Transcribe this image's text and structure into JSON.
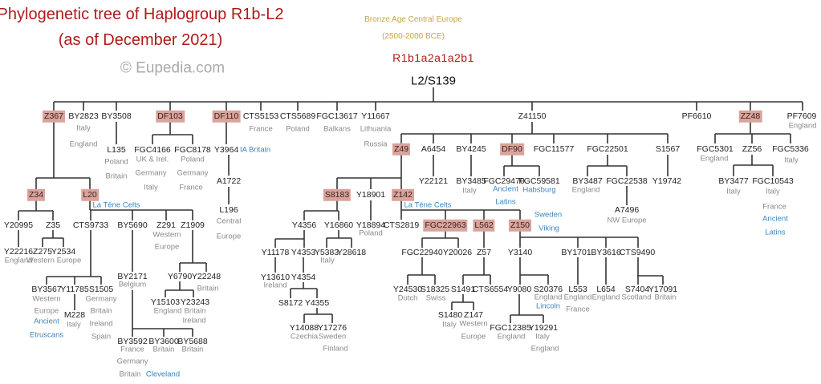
{
  "header": {
    "title_line1": "Phylogenetic tree of Haplogroup R1b-L2",
    "title_line2": "(as of December 2021)",
    "copyright": "© Eupedia.com",
    "era": "Bronze Age Central Europe",
    "era_dates": "(2500-2000 BCE)",
    "haplogroup_code": "R1b1a2a1a2b1",
    "root": "L2/S139"
  },
  "colors": {
    "title": "#b01a1a",
    "era": "#c9a445",
    "highlight": "#d9a49c",
    "region_note": "#8a8a8a",
    "culture_note": "#3a86c0",
    "line": "#333333"
  },
  "nodes": {
    "Z367": {
      "name": "Z367",
      "highlight": true,
      "notes": []
    },
    "BY2823": {
      "name": "BY2823",
      "notes": [
        {
          "text": "Italy",
          "kind": "region"
        },
        {
          "text": "England",
          "kind": "region"
        }
      ]
    },
    "BY3508": {
      "name": "BY3508",
      "notes": []
    },
    "L135": {
      "name": "L135",
      "notes": [
        {
          "text": "Poland",
          "kind": "region"
        },
        {
          "text": "Britain",
          "kind": "region"
        }
      ]
    },
    "DF103": {
      "name": "DF103",
      "highlight": true,
      "notes": []
    },
    "FGC4166": {
      "name": "FGC4166",
      "notes": [
        {
          "text": "UK & Irel.",
          "kind": "region"
        },
        {
          "text": "Germany",
          "kind": "region"
        },
        {
          "text": "Italy",
          "kind": "region"
        }
      ]
    },
    "FGC8178": {
      "name": "FGC8178",
      "notes": [
        {
          "text": "Poland",
          "kind": "region"
        },
        {
          "text": "Germany",
          "kind": "region"
        },
        {
          "text": "France",
          "kind": "region"
        }
      ]
    },
    "DF110": {
      "name": "DF110",
      "highlight": true,
      "notes": []
    },
    "Y3964": {
      "name": "Y3964",
      "notes": [
        {
          "text": "IA Britain",
          "kind": "culture"
        }
      ]
    },
    "A1722": {
      "name": "A1722",
      "notes": []
    },
    "L196": {
      "name": "L196",
      "notes": [
        {
          "text": "Central",
          "kind": "region"
        },
        {
          "text": "Europe",
          "kind": "region"
        }
      ]
    },
    "CTS5153": {
      "name": "CTS5153",
      "notes": [
        {
          "text": "France",
          "kind": "region"
        }
      ]
    },
    "CTS5689": {
      "name": "CTS5689",
      "notes": [
        {
          "text": "Poland",
          "kind": "region"
        }
      ]
    },
    "FGC13617": {
      "name": "FGC13617",
      "notes": [
        {
          "text": "Balkans",
          "kind": "region"
        }
      ]
    },
    "Y11667": {
      "name": "Y11667",
      "notes": [
        {
          "text": "Lithuania",
          "kind": "region"
        },
        {
          "text": "Russia",
          "kind": "region"
        }
      ]
    },
    "Z41150": {
      "name": "Z41150",
      "notes": []
    },
    "PF6610": {
      "name": "PF6610",
      "notes": []
    },
    "ZZ48": {
      "name": "ZZ48",
      "highlight": true,
      "notes": []
    },
    "PF7609": {
      "name": "PF7609",
      "notes": [
        {
          "text": "England",
          "kind": "region"
        }
      ]
    },
    "Z34": {
      "name": "Z34",
      "highlight": true,
      "notes": []
    },
    "L20": {
      "name": "L20",
      "highlight": true,
      "notes": [
        {
          "text": "La Tène Celts",
          "kind": "culture"
        }
      ]
    },
    "Y20995": {
      "name": "Y20995",
      "notes": []
    },
    "Y22216": {
      "name": "Y22216",
      "notes": [
        {
          "text": "England",
          "kind": "region"
        }
      ]
    },
    "Z35": {
      "name": "Z35",
      "notes": []
    },
    "Z275": {
      "name": "Z275",
      "notes": [
        {
          "text": "Western Europe",
          "kind": "region"
        }
      ]
    },
    "Y2534": {
      "name": "Y2534",
      "notes": []
    },
    "CTS9733": {
      "name": "CTS9733",
      "notes": []
    },
    "BY3567": {
      "name": "BY3567",
      "notes": [
        {
          "text": "Western",
          "kind": "region"
        },
        {
          "text": "Europe",
          "kind": "region"
        },
        {
          "text": "Ancient",
          "kind": "culture"
        },
        {
          "text": "Etruscans",
          "kind": "culture"
        }
      ]
    },
    "Y11785": {
      "name": "Y11785",
      "notes": []
    },
    "M228": {
      "name": "M228",
      "notes": [
        {
          "text": "Italy",
          "kind": "region"
        }
      ]
    },
    "S1505": {
      "name": "S1505",
      "notes": [
        {
          "text": "Germany",
          "kind": "region"
        },
        {
          "text": "Britain",
          "kind": "region"
        },
        {
          "text": "Ireland",
          "kind": "region"
        },
        {
          "text": "Spain",
          "kind": "region"
        }
      ]
    },
    "BY5690": {
      "name": "BY5690",
      "notes": []
    },
    "BY2171": {
      "name": "BY2171",
      "notes": [
        {
          "text": "Belgium",
          "kind": "region"
        }
      ]
    },
    "BY3592": {
      "name": "BY3592",
      "notes": [
        {
          "text": "France",
          "kind": "region"
        },
        {
          "text": "Germany",
          "kind": "region"
        },
        {
          "text": "Britain",
          "kind": "region"
        },
        {
          "text": "Cleveland",
          "kind": "culture"
        }
      ]
    },
    "BY3600": {
      "name": "BY3600",
      "notes": [
        {
          "text": "Britain",
          "kind": "region"
        }
      ]
    },
    "BY5688": {
      "name": "BY5688",
      "notes": [
        {
          "text": "Britain",
          "kind": "region"
        }
      ]
    },
    "Z291": {
      "name": "Z291",
      "notes": [
        {
          "text": "Western",
          "kind": "region"
        },
        {
          "text": "Europe",
          "kind": "region"
        }
      ]
    },
    "Z1909": {
      "name": "Z1909",
      "notes": []
    },
    "Y6790": {
      "name": "Y6790",
      "notes": []
    },
    "Y22248": {
      "name": "Y22248",
      "notes": [
        {
          "text": "Britain",
          "kind": "region"
        }
      ]
    },
    "Y15103": {
      "name": "Y15103",
      "notes": [
        {
          "text": "England",
          "kind": "region"
        }
      ]
    },
    "Y23243": {
      "name": "Y23243",
      "notes": [
        {
          "text": "Britain",
          "kind": "region"
        },
        {
          "text": "Ireland",
          "kind": "region"
        }
      ]
    },
    "Z49": {
      "name": "Z49",
      "highlight": true,
      "notes": []
    },
    "A6454": {
      "name": "A6454",
      "notes": []
    },
    "Y22121": {
      "name": "Y22121",
      "notes": []
    },
    "BY4245": {
      "name": "BY4245",
      "notes": []
    },
    "BY3485": {
      "name": "BY3485",
      "notes": [
        {
          "text": "Italy",
          "kind": "region"
        }
      ]
    },
    "DF90": {
      "name": "DF90",
      "highlight": true,
      "notes": []
    },
    "FGC29470": {
      "name": "FGC29470",
      "notes": [
        {
          "text": "Ancient",
          "kind": "culture"
        },
        {
          "text": "Latins",
          "kind": "culture"
        }
      ]
    },
    "FGC59581": {
      "name": "FGC59581",
      "notes": [
        {
          "text": "Habsburg",
          "kind": "culture"
        }
      ]
    },
    "FGC11577": {
      "name": "FGC11577",
      "notes": []
    },
    "FGC22501": {
      "name": "FGC22501",
      "notes": []
    },
    "BY3487": {
      "name": "BY3487",
      "notes": [
        {
          "text": "England",
          "kind": "region"
        }
      ]
    },
    "FGC22538": {
      "name": "FGC22538",
      "notes": []
    },
    "A7496": {
      "name": "A7496",
      "notes": [
        {
          "text": "NW Europe",
          "kind": "region"
        }
      ]
    },
    "S1567": {
      "name": "S1567",
      "notes": []
    },
    "Y19742": {
      "name": "Y19742",
      "notes": []
    },
    "FGC5301": {
      "name": "FGC5301",
      "notes": [
        {
          "text": "England",
          "kind": "region"
        }
      ]
    },
    "ZZ56": {
      "name": "ZZ56",
      "notes": []
    },
    "FGC5336": {
      "name": "FGC5336",
      "notes": [
        {
          "text": "Italy",
          "kind": "region"
        }
      ]
    },
    "BY3477": {
      "name": "BY3477",
      "notes": [
        {
          "text": "Italy",
          "kind": "region"
        }
      ]
    },
    "FGC10543": {
      "name": "FGC10543",
      "notes": [
        {
          "text": "Italy",
          "kind": "region"
        },
        {
          "text": "France",
          "kind": "region"
        },
        {
          "text": "Ancient",
          "kind": "culture"
        },
        {
          "text": "Latins",
          "kind": "culture"
        }
      ]
    },
    "S8183": {
      "name": "S8183",
      "highlight": true,
      "notes": []
    },
    "Y18901": {
      "name": "Y18901",
      "notes": []
    },
    "Y18894": {
      "name": "Y18894",
      "notes": [
        {
          "text": "Poland",
          "kind": "region"
        }
      ]
    },
    "Z142": {
      "name": "Z142",
      "highlight": true,
      "notes": [
        {
          "text": "La Tène Celts",
          "kind": "culture"
        },
        {
          "text": "Sweden",
          "kind": "culture"
        },
        {
          "text": "Viking",
          "kind": "culture"
        }
      ]
    },
    "Y4356": {
      "name": "Y4356",
      "notes": []
    },
    "Y16860": {
      "name": "Y16860",
      "notes": []
    },
    "Y11178": {
      "name": "Y11178",
      "notes": []
    },
    "Y13610": {
      "name": "Y13610",
      "notes": [
        {
          "text": "Ireland",
          "kind": "region"
        }
      ]
    },
    "Y4353": {
      "name": "Y4353",
      "notes": []
    },
    "Y4354": {
      "name": "Y4354",
      "notes": []
    },
    "S8172": {
      "name": "S8172",
      "notes": []
    },
    "Y4355": {
      "name": "Y4355",
      "notes": []
    },
    "Y14088": {
      "name": "Y14088",
      "notes": [
        {
          "text": "Czechia",
          "kind": "region"
        }
      ]
    },
    "Y17276": {
      "name": "Y17276",
      "notes": [
        {
          "text": "Sweden",
          "kind": "region"
        },
        {
          "text": "Finland",
          "kind": "region"
        }
      ]
    },
    "Y5383": {
      "name": "Y5383",
      "notes": [
        {
          "text": "Italy",
          "kind": "region"
        }
      ]
    },
    "Y28618": {
      "name": "Y28618",
      "notes": []
    },
    "CTS2819": {
      "name": "CTS2819",
      "notes": []
    },
    "FGC22963": {
      "name": "FGC22963",
      "highlight": true,
      "notes": []
    },
    "FGC22940": {
      "name": "FGC22940",
      "notes": []
    },
    "Y20026": {
      "name": "Y20026",
      "notes": []
    },
    "Y24530": {
      "name": "Y24530",
      "notes": [
        {
          "text": "Dutch",
          "kind": "region"
        }
      ]
    },
    "S18325": {
      "name": "S18325",
      "notes": [
        {
          "text": "Swiss",
          "kind": "region"
        }
      ]
    },
    "L562": {
      "name": "L562",
      "highlight": true,
      "notes": []
    },
    "Z57": {
      "name": "Z57",
      "notes": []
    },
    "S1491": {
      "name": "S1491",
      "notes": []
    },
    "CTS6554": {
      "name": "CTS6554",
      "notes": []
    },
    "S1480": {
      "name": "S1480",
      "notes": [
        {
          "text": "Italy",
          "kind": "region"
        }
      ]
    },
    "Z147": {
      "name": "Z147",
      "notes": [
        {
          "text": "Western",
          "kind": "region"
        },
        {
          "text": "Europe",
          "kind": "region"
        }
      ]
    },
    "Z150": {
      "name": "Z150",
      "highlight": true,
      "notes": []
    },
    "Y3140": {
      "name": "Y3140",
      "notes": []
    },
    "Y9080": {
      "name": "Y9080",
      "notes": []
    },
    "S20376": {
      "name": "S20376",
      "notes": [
        {
          "text": "England",
          "kind": "region"
        },
        {
          "text": "Lincoln",
          "kind": "culture"
        }
      ]
    },
    "FGC12385": {
      "name": "FGC12385",
      "notes": [
        {
          "text": "England",
          "kind": "region"
        }
      ]
    },
    "Y19291": {
      "name": "Y19291",
      "notes": [
        {
          "text": "Italy",
          "kind": "region"
        },
        {
          "text": "England",
          "kind": "region"
        }
      ]
    },
    "BY1701": {
      "name": "BY1701",
      "notes": []
    },
    "L553": {
      "name": "L553",
      "notes": [
        {
          "text": "England",
          "kind": "region"
        },
        {
          "text": "France",
          "kind": "region"
        }
      ]
    },
    "BY3616": {
      "name": "BY3616",
      "notes": []
    },
    "L654": {
      "name": "L654",
      "notes": [
        {
          "text": "England",
          "kind": "region"
        }
      ]
    },
    "CTS9490": {
      "name": "CTS9490",
      "notes": []
    },
    "S7404": {
      "name": "S7404",
      "notes": [
        {
          "text": "Scotland",
          "kind": "region"
        }
      ]
    },
    "Y17091": {
      "name": "Y17091",
      "notes": [
        {
          "text": "Britain",
          "kind": "region"
        }
      ]
    }
  }
}
